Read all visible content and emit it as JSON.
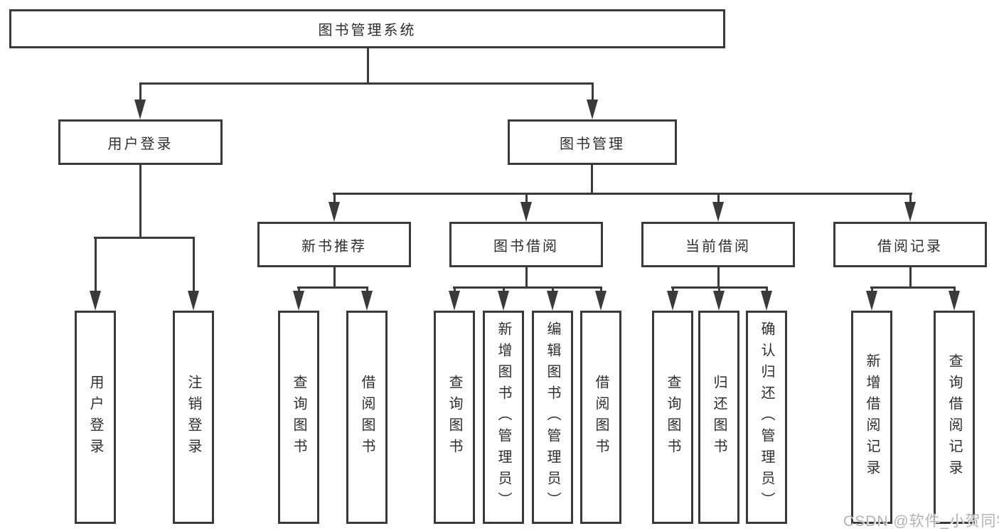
{
  "diagram": {
    "root": {
      "label": "图书管理系统"
    },
    "level2": [
      {
        "id": "user-login",
        "label": "用户登录"
      },
      {
        "id": "book-management",
        "label": "图书管理"
      }
    ],
    "level3": [
      {
        "id": "new-book-recommend",
        "label": "新书推荐"
      },
      {
        "id": "book-borrowing",
        "label": "图书借阅"
      },
      {
        "id": "current-borrowing",
        "label": "当前借阅"
      },
      {
        "id": "borrowing-records",
        "label": "借阅记录"
      }
    ],
    "leaves": {
      "user_login": [
        "用户登录",
        "注销登录"
      ],
      "new_book_recommend": [
        "查询图书",
        "借阅图书"
      ],
      "book_borrowing": [
        "查询图书",
        "新增图书（管理员）",
        "编辑图书（管理员）",
        "借阅图书"
      ],
      "current_borrowing": [
        "查询图书",
        "归还图书",
        "确认归还（管理员）"
      ],
      "borrowing_records": [
        "新增借阅记录",
        "查询借阅记录"
      ]
    }
  },
  "watermark": {
    "text": "CSDN @软件_小贺同学"
  },
  "colors": {
    "line": "#3a3a3a",
    "text": "#2e2e2e",
    "watermark": "#b3b3b3",
    "background": "#ffffff"
  }
}
